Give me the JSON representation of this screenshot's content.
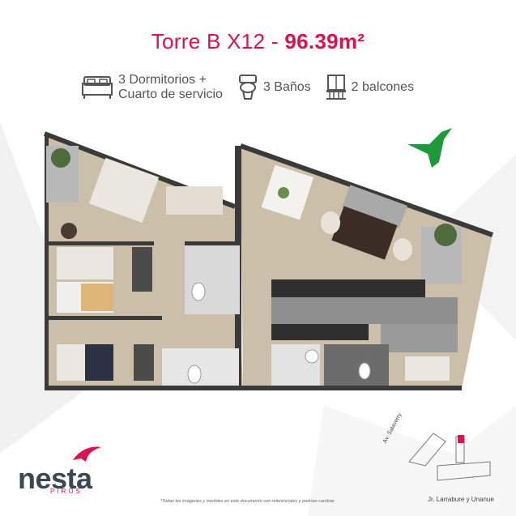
{
  "header": {
    "title_prefix": "Torre B X12 - ",
    "title_area": "96.39m²"
  },
  "features": [
    {
      "icon": "bed-icon",
      "line1": "3 Dormitorios +",
      "line2": "Cuarto de servicio"
    },
    {
      "icon": "toilet-icon",
      "line1": "3 Baños",
      "line2": ""
    },
    {
      "icon": "balcony-icon",
      "line1": "2 balcones",
      "line2": ""
    }
  ],
  "brand": {
    "name": "nesta",
    "sub": "PIROS"
  },
  "disclaimer": "*Todas las imágenes y medidas en este documento son referenciales y podrían cambiar.",
  "location_map": {
    "street_1": "Av. Salaverry",
    "street_2": "Jr. Larrabure y Unanue"
  },
  "colors": {
    "accent": "#e0104f",
    "green_bird": "#1f9a3a",
    "text": "#555555",
    "wall": "#3a3a3a",
    "floor_wood": "#cbbfa9"
  }
}
